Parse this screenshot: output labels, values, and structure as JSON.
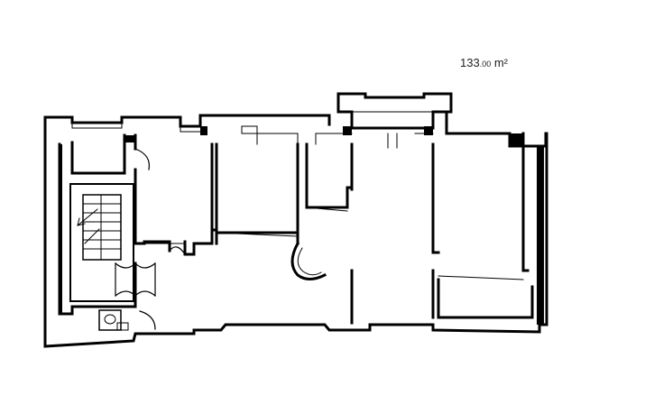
{
  "plan": {
    "area": {
      "integer": "133",
      "decimal": ".00",
      "unit": " m²"
    },
    "colors": {
      "wall": "#000000",
      "background": "#ffffff",
      "text": "#222222"
    }
  }
}
